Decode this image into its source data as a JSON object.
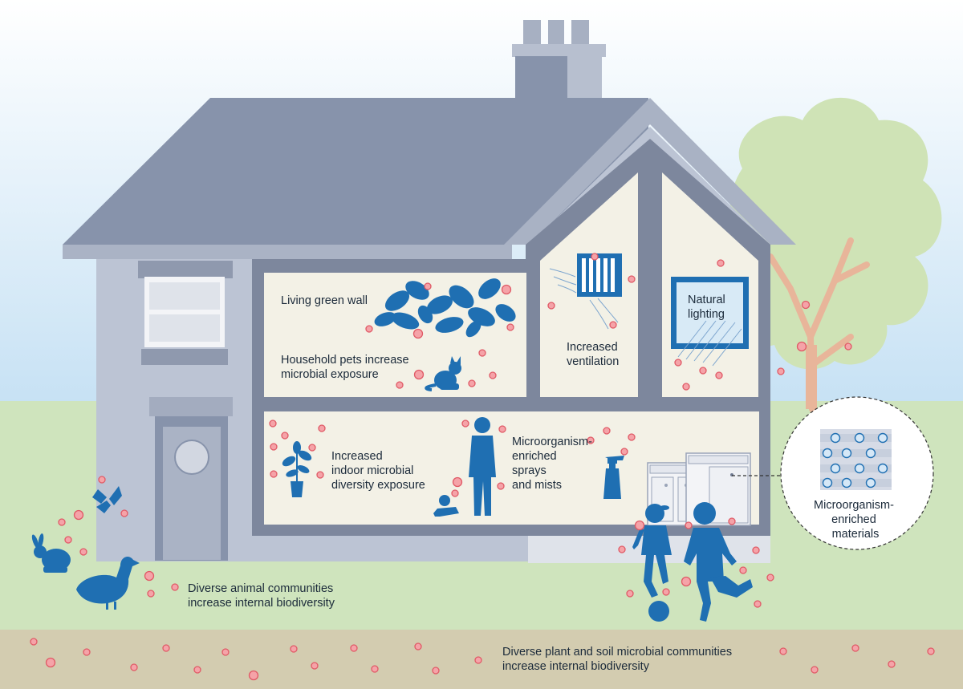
{
  "labels": {
    "green_wall": "Living green wall",
    "pets": [
      "Household pets increase",
      "microbial exposure"
    ],
    "ventilation": [
      "Increased",
      "ventilation"
    ],
    "lighting": [
      "Natural",
      "lighting"
    ],
    "indoor_diversity": [
      "Increased",
      "indoor microbial",
      "diversity exposure"
    ],
    "sprays": [
      "Microorganism-",
      "enriched",
      "sprays",
      "and mists"
    ],
    "materials": [
      "Microorganism-",
      "enriched",
      "materials"
    ],
    "animals": [
      "Diverse animal communities",
      "increase internal biodiversity"
    ],
    "soil": [
      "Diverse plant and soil microbial communities",
      "increase internal biodiversity"
    ]
  },
  "colors": {
    "silhouette": "#1f6fb2",
    "microbe_fill": "#f5a3a8",
    "microbe_stroke": "#e05a66",
    "roof": "#8793ab",
    "wall": "#bcc4d4",
    "frame": "#7d879d",
    "room": "#f3f1e6",
    "grass": "#cfe4bd",
    "soil": "#d3ccb0",
    "sky_top": "#ffffff",
    "sky_bottom": "#c9e3f4"
  },
  "icons": [
    "plant-icon",
    "cat-icon",
    "vent-grille-icon",
    "window-icon",
    "potted-plant-icon",
    "man-icon",
    "baby-icon",
    "spray-bottle-icon",
    "kitchen-cabinet-icon",
    "girl-icon",
    "boy-icon",
    "ball-icon",
    "butterfly-icon",
    "rabbit-icon",
    "duck-icon",
    "tree-icon"
  ]
}
